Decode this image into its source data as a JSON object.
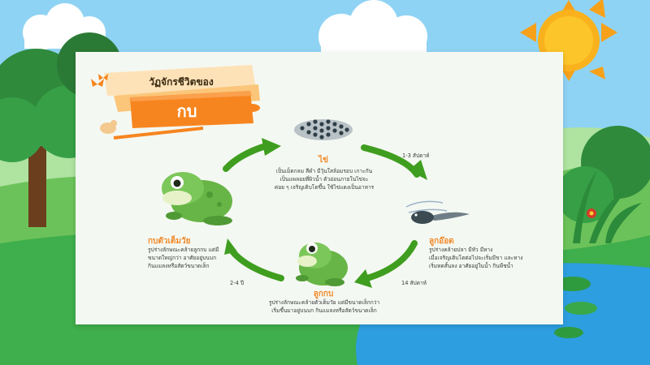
{
  "title": {
    "line1": "วัฏจักรชีวิตของ",
    "line2": "กบ"
  },
  "stages": [
    {
      "id": "egg",
      "label": "ไข่",
      "desc": [
        "เป็นเม็ดกลม สีดำ มีวุ้นใสล้อมรอบ เกาะกัน",
        "เป็นแพลอยที่ผิวน้ำ ตัวอ่อนภายในไข่จะ",
        "ค่อย ๆ เจริญเติบโตขึ้น ใช้ไข่แดงเป็นอาหาร"
      ]
    },
    {
      "id": "tadpole",
      "label": "ลูกอ๊อด",
      "desc": [
        "รูปร่างคล้ายปลา มีหัว มีหาง",
        "เมื่อเจริญเติบโตต่อไปจะเริ่มมีขา และหาง",
        "เริ่มหดสั้นลง อาศัยอยู่ในน้ำ กินพืชน้ำ"
      ]
    },
    {
      "id": "froglet",
      "label": "ลูกกบ",
      "desc": [
        "รูปร่างลักษณะคล้ายตัวเต็มวัย แต่มีขนาดเล็กกว่า",
        "เริ่มขึ้นมาอยู่บนบก กินแมลงหรือสัตว์ขนาดเล็ก"
      ]
    },
    {
      "id": "adult",
      "label": "กบตัวเต็มวัย",
      "desc": [
        "รูปร่างลักษณะคล้ายลูกกบ แต่มี",
        "ขนาดใหญ่กว่า อาศัยอยู่บนบก",
        "กินแมลงหรือสัตว์ขนาดเล็ก"
      ]
    }
  ],
  "durations": {
    "egg_to_tadpole": "1-3 สัปดาห์",
    "tadpole_to_froglet": "14 สัปดาห์",
    "froglet_to_adult": "2-4 ปี"
  },
  "colors": {
    "arrow": "#3f9e1f",
    "label": "#f08a2a",
    "banner": "#f7851f",
    "frog": "#67b546"
  },
  "icons": [
    "sun-icon",
    "cloud-icon",
    "tree-icon",
    "frog-icon",
    "egg-mass-icon",
    "tadpole-icon",
    "butterfly-icon",
    "flower-icon",
    "lily-pad-icon"
  ]
}
